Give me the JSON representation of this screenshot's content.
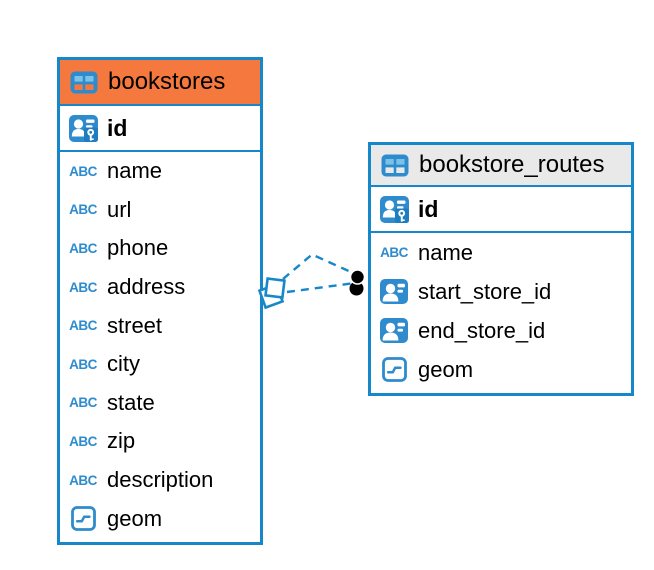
{
  "diagram": {
    "type_labels": {
      "text": "ABC"
    },
    "colors": {
      "border_blue": "#1688c9",
      "icon_blue": "#2e8bcd",
      "icon_light_blue": "#7cc2e7",
      "bookstores_header": "#f5793e",
      "routes_header": "#e9e9e9",
      "relationship_dot": "#000000",
      "background": "#ffffff",
      "text": "#000000"
    },
    "tables": [
      {
        "name": "bookstores",
        "primary_key": {
          "name": "id"
        },
        "columns": [
          {
            "name": "name",
            "type": "text"
          },
          {
            "name": "url",
            "type": "text"
          },
          {
            "name": "phone",
            "type": "text"
          },
          {
            "name": "address",
            "type": "text"
          },
          {
            "name": "street",
            "type": "text"
          },
          {
            "name": "city",
            "type": "text"
          },
          {
            "name": "state",
            "type": "text"
          },
          {
            "name": "zip",
            "type": "text"
          },
          {
            "name": "description",
            "type": "text"
          },
          {
            "name": "geom",
            "type": "geometry"
          }
        ]
      },
      {
        "name": "bookstore_routes",
        "primary_key": {
          "name": "id"
        },
        "columns": [
          {
            "name": "name",
            "type": "text"
          },
          {
            "name": "start_store_id",
            "type": "foreign-key"
          },
          {
            "name": "end_store_id",
            "type": "foreign-key"
          },
          {
            "name": "geom",
            "type": "geometry"
          }
        ]
      }
    ],
    "relationships": [
      {
        "from": "bookstore_routes.start_store_id",
        "to": "bookstores.id",
        "style": "dashed"
      },
      {
        "from": "bookstore_routes.end_store_id",
        "to": "bookstores.id",
        "style": "dashed"
      }
    ]
  }
}
